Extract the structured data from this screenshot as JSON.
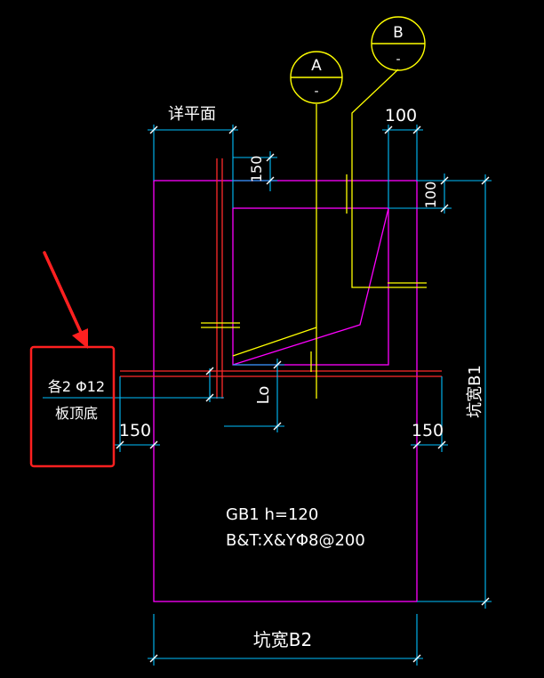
{
  "labels": {
    "detail_plan": "详平面",
    "dim_100_top": "100",
    "dim_150_top": "150",
    "dim_100_right": "100",
    "dim_lo": "Lo",
    "dim_150_left": "150",
    "dim_150_right": "150",
    "pit_width_b1": "坑宽B1",
    "pit_width_b2": "坑宽B2",
    "slab_name": "GB1 h=120",
    "slab_reinf": "B&T:X&YΦ8@200",
    "callout_line1": "各2 Φ12",
    "callout_line2": "板顶底",
    "section_a_letter": "A",
    "section_a_sub": "-",
    "section_b_letter": "B",
    "section_b_sub": "-"
  },
  "colors": {
    "background": "#000000",
    "outline": "#ff00ff",
    "dimension": "#00bfff",
    "rebar": "#ff2a2a",
    "section_mark": "#ffff00",
    "text": "#ffffff",
    "annotation": "#ff2020"
  }
}
